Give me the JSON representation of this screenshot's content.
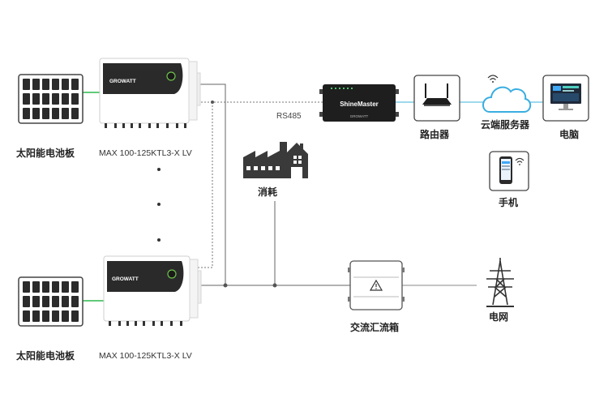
{
  "labels": {
    "solar_panel_top": "太阳能电池板",
    "solar_panel_bottom": "太阳能电池板",
    "inverter_model_top": "MAX 100-125KTL3-X LV",
    "inverter_model_bottom": "MAX 100-125KTL3-X LV",
    "rs485": "RS485",
    "consumption": "消耗",
    "router": "路由器",
    "cloud_server": "云端服务器",
    "computer": "电脑",
    "phone": "手机",
    "ac_combiner_box": "交流汇流箱",
    "grid": "电网"
  },
  "device_text": {
    "inverter_brand": "GROWATT",
    "datalogger_name": "ShineMaster",
    "datalogger_brand": "GROWATT"
  },
  "colors": {
    "pv_to_inverter": "#2db84d",
    "network_link": "#7fcbe6",
    "cloud_outline": "#39aee0",
    "wiring": "#555555",
    "icon_dark": "#3a3a3a"
  }
}
